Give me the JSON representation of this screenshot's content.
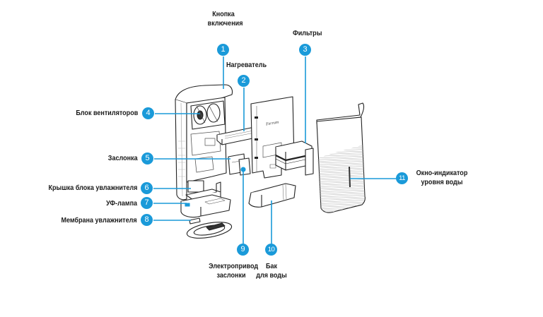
{
  "diagram": {
    "title": "Exploded view of air humidifier components",
    "accent_color": "#1a9ad9",
    "callouts": [
      {
        "number": "1",
        "label_lines": [
          "Кнопка",
          "включения"
        ]
      },
      {
        "number": "2",
        "label_lines": [
          "Нагреватель"
        ]
      },
      {
        "number": "3",
        "label_lines": [
          "Фильтры"
        ]
      },
      {
        "number": "4",
        "label_lines": [
          "Блок вентиляторов"
        ]
      },
      {
        "number": "5",
        "label_lines": [
          "Заслонка"
        ]
      },
      {
        "number": "6",
        "label_lines": [
          "Крышка блока увлажнителя"
        ]
      },
      {
        "number": "7",
        "label_lines": [
          "УФ-лампа"
        ]
      },
      {
        "number": "8",
        "label_lines": [
          "Мембрана увлажнителя"
        ]
      },
      {
        "number": "9",
        "label_lines": [
          "Электропривод",
          "заслонки"
        ]
      },
      {
        "number": "10",
        "label_lines": [
          "Бак",
          "для воды"
        ]
      },
      {
        "number": "11",
        "label_lines": [
          "Окно-индикатор",
          "уровня воды"
        ]
      }
    ],
    "brand_mark": "Ferrum"
  }
}
